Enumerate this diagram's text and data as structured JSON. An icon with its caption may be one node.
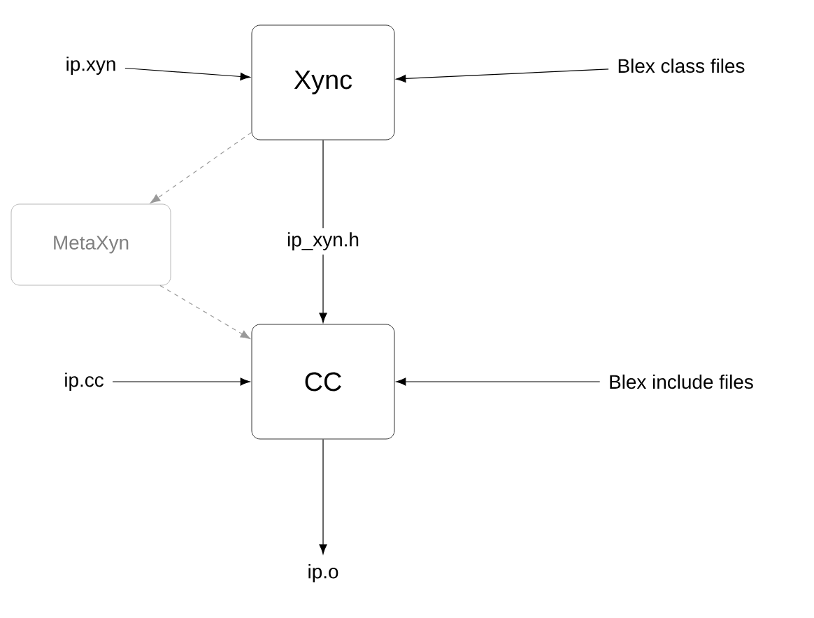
{
  "diagram": {
    "nodes": [
      {
        "text": [
          "Xync"
        ]
      },
      {
        "text": [
          "MetaXyn"
        ]
      },
      {
        "text": [
          "CC"
        ]
      },
      {
        "text": [
          "ip.xyn"
        ]
      },
      {
        "text": [
          "Blex class files"
        ]
      },
      {
        "text": [
          "ip.cc"
        ]
      },
      {
        "text": [
          "Blex include files"
        ]
      },
      {
        "text": [
          "ip.o"
        ]
      }
    ],
    "edges": [
      {
        "from": 3,
        "to": 0,
        "arrow": "to"
      },
      {
        "from": 4,
        "to": 0,
        "arrow": "to"
      },
      {
        "from": 0,
        "to": 1,
        "arrow": "to",
        "style": "dashed",
        "color": "#999999"
      },
      {
        "from": 1,
        "to": 2,
        "arrow": "to",
        "style": "dashed",
        "color": "#999999"
      },
      {
        "from": 0,
        "to": 2,
        "arrow": "to",
        "label": "ip_xyn.h"
      },
      {
        "from": 5,
        "to": 2,
        "arrow": "to"
      },
      {
        "from": 6,
        "to": 2,
        "arrow": "to"
      },
      {
        "from": 2,
        "to": 7,
        "arrow": "to"
      }
    ]
  }
}
